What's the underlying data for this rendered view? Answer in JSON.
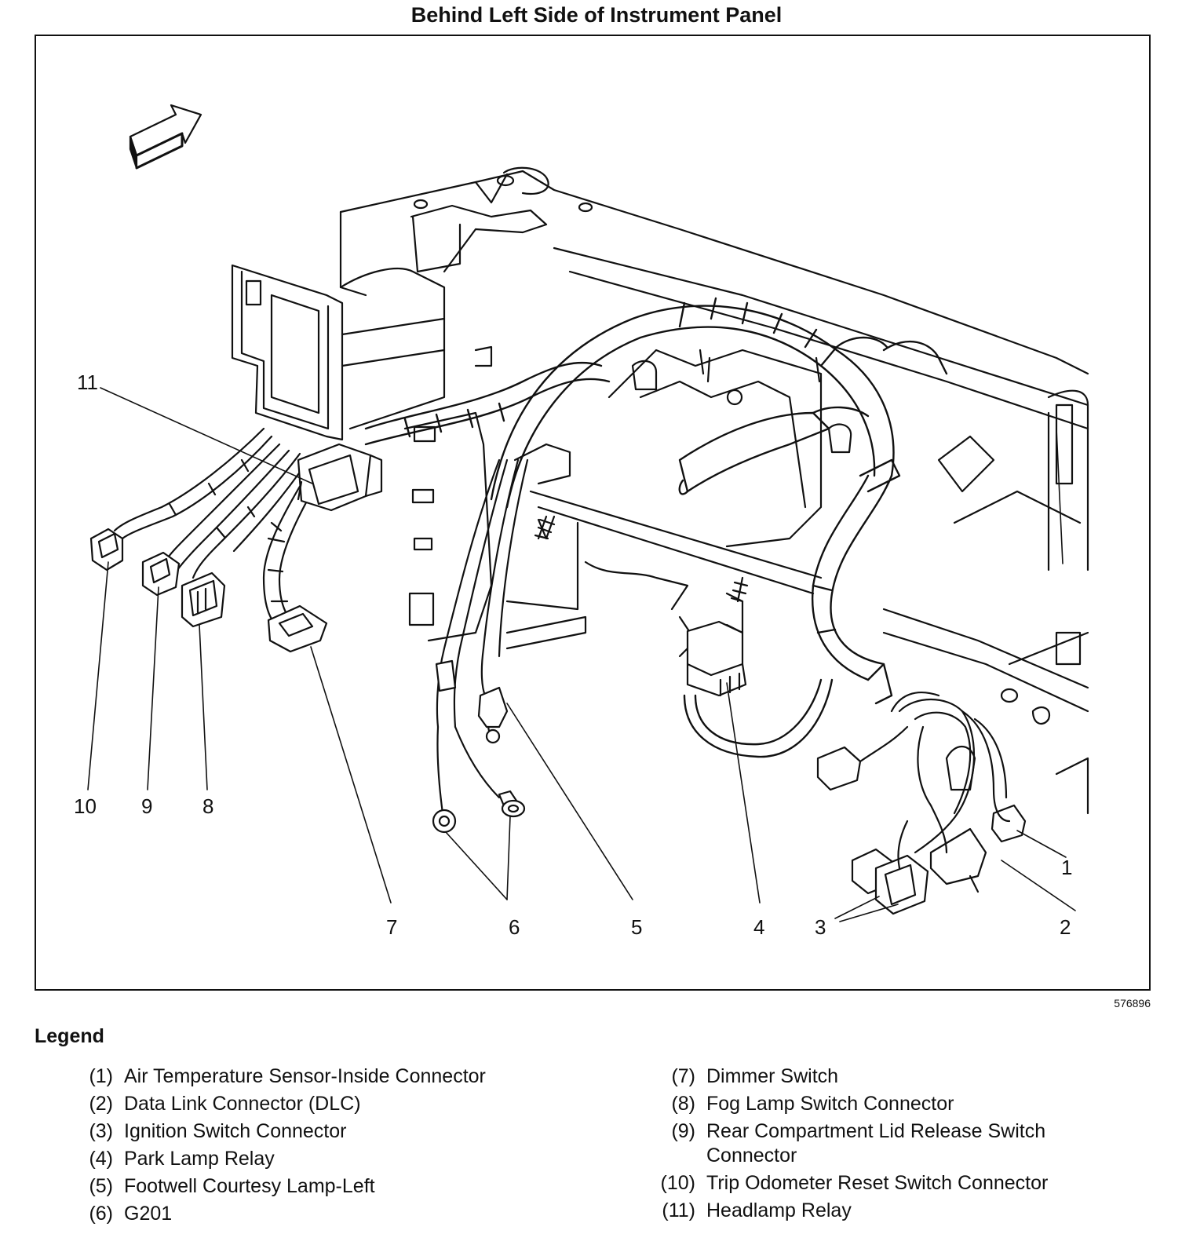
{
  "title": "Behind Left Side of Instrument Panel",
  "figure_id": "576896",
  "callouts": {
    "c1": "1",
    "c2": "2",
    "c3": "3",
    "c4": "4",
    "c5": "5",
    "c6": "6",
    "c7": "7",
    "c8": "8",
    "c9": "9",
    "c10": "10",
    "c11": "11"
  },
  "legend": {
    "heading": "Legend",
    "left": [
      {
        "num": "(1)",
        "text": "Air Temperature Sensor-Inside Connector"
      },
      {
        "num": "(2)",
        "text": "Data Link Connector (DLC)"
      },
      {
        "num": "(3)",
        "text": "Ignition Switch Connector"
      },
      {
        "num": "(4)",
        "text": "Park Lamp Relay"
      },
      {
        "num": "(5)",
        "text": "Footwell Courtesy Lamp-Left"
      },
      {
        "num": "(6)",
        "text": "G201"
      }
    ],
    "right": [
      {
        "num": "(7)",
        "text": "Dimmer Switch"
      },
      {
        "num": "(8)",
        "text": "Fog Lamp Switch Connector"
      },
      {
        "num": "(9)",
        "text": "Rear Compartment Lid Release Switch Connector"
      },
      {
        "num": "(10)",
        "text": "Trip Odometer Reset Switch Connector"
      },
      {
        "num": "(11)",
        "text": "Headlamp Relay"
      }
    ]
  }
}
